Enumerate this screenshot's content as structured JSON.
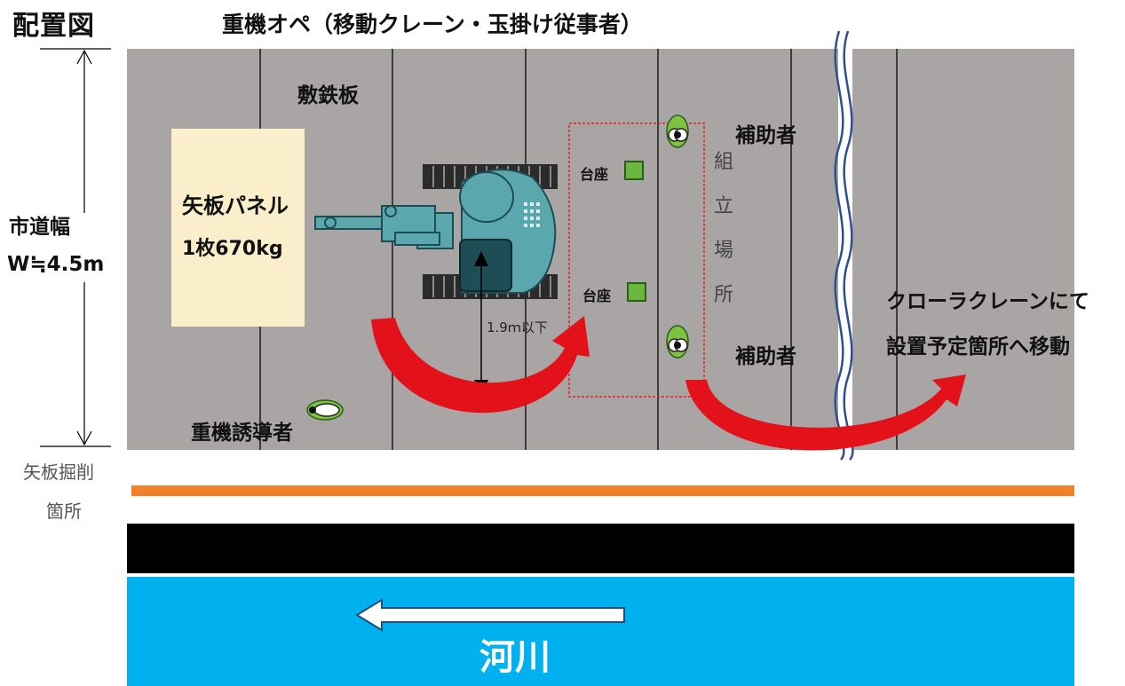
{
  "header": {
    "title": "配置図",
    "subtitle": "重機オペ（移動クレーン・玉掛け従事者）"
  },
  "labels": {
    "road_width_line1": "市道幅",
    "road_width_line2": "W≒4.5m",
    "steel_plate": "敷鉄板",
    "panel_line1": "矢板パネル",
    "panel_line2": "1枚670kg",
    "pad_top": "台座",
    "pad_bottom": "台座",
    "assembly_chars": [
      "組",
      "立",
      "場",
      "所"
    ],
    "assistant_top": "補助者",
    "assistant_bottom": "補助者",
    "guide": "重機誘導者",
    "distance": "1.9ｍ以下",
    "excavation_line1": "矢板掘削",
    "excavation_line2": "箇所",
    "move_line1": "クローラクレーンにて",
    "move_line2": "設置予定箇所へ移動",
    "river": "河川"
  },
  "colors": {
    "road": "#a9a5a4",
    "panel": "#fbeecb",
    "excavation_line": "#f0802a",
    "bank": "#000000",
    "river": "#00b0ef",
    "arrow": "#e3121a",
    "machine": "#5aa7ae",
    "pad": "#6cb53f",
    "worker": "#7fc241"
  },
  "icons": [
    "excavator-icon",
    "worker-icon",
    "guide-worker-icon",
    "wavy-break-icon",
    "flow-arrow-icon"
  ]
}
